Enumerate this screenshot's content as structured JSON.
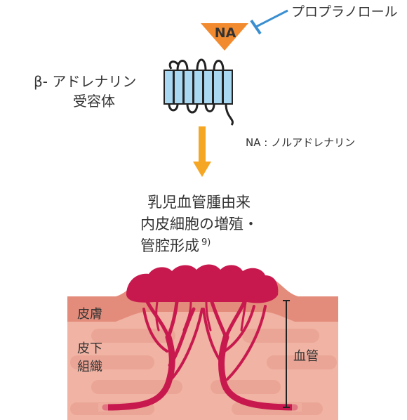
{
  "labels": {
    "propranolol": "プロプラノロール",
    "na": "NA",
    "receptor_line1": "β- アドレナリン",
    "receptor_line2": "受容体",
    "na_note": "NA : ノルアドレナリン",
    "effect_line1": "乳児血管腫由来",
    "effect_line2": "内皮細胞の増殖・",
    "effect_line3": "管腔形成",
    "effect_ref": "9)",
    "skin": "皮膚",
    "subcutaneous_line1": "皮下",
    "subcutaneous_line2": "組織",
    "vessel": "血管"
  },
  "colors": {
    "na_triangle": "#f28b30",
    "inhibitor": "#3a8fd1",
    "receptor_fill": "#a9d8f2",
    "arrow": "#f5a623",
    "vessel": "#c8194f",
    "skin": "#e48c7b",
    "subcutaneous": "#f1b3a3"
  }
}
